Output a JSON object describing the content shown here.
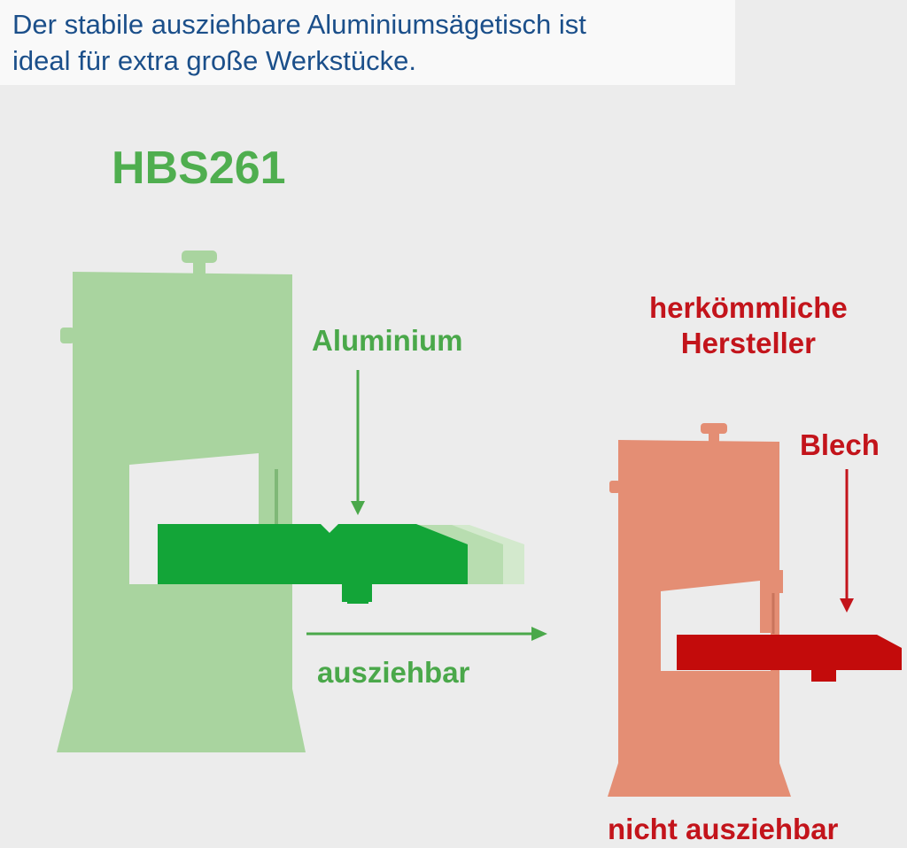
{
  "header": {
    "line1": "Der stabile ausziehbare Aluminiumsägetisch ist",
    "line2": "ideal für extra große Werkstücke."
  },
  "left_machine": {
    "model": "HBS261",
    "table_label": "Aluminium",
    "extend_label": "ausziehbar",
    "color_body": "#a9d49f",
    "color_table": "#13a538"
  },
  "right_machine": {
    "label_line1": "herkömmliche",
    "label_line2": "Hersteller",
    "table_label": "Blech",
    "status_label": "nicht ausziehbar",
    "color_body": "#e48e74",
    "color_table": "#c30b0b"
  },
  "colors": {
    "header_text": "#1b4f8a",
    "green_text": "#4aa84a",
    "red_text": "#c3141b",
    "background": "#ececec"
  }
}
